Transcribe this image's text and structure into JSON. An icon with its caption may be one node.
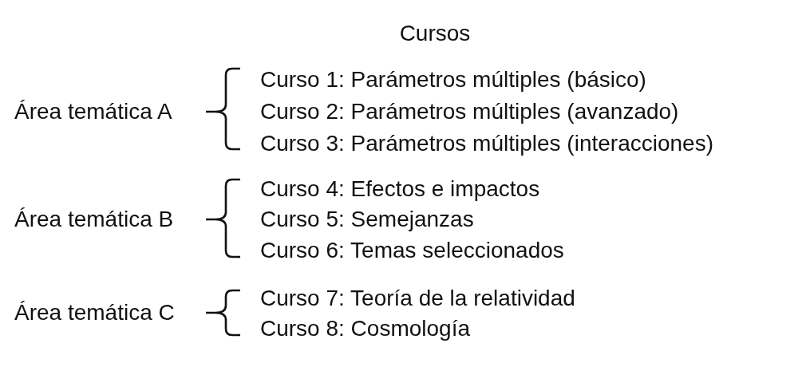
{
  "diagram": {
    "title": "Cursos",
    "labels": [
      "Área temática A",
      "Curso 1: Parámetros múltiples (básico)",
      "Curso 2: Parámetros múltiples (avanzado)",
      "Curso 3: Parámetros múltiples (interacciones)",
      "Área temática B",
      "Curso 4: Efectos e impactos",
      "Curso 5: Semejanzas",
      "Curso 6: Temas seleccionados",
      "Área temática C",
      "Curso 7: Teoría de la relatividad",
      "Curso 8: Cosmología"
    ]
  }
}
